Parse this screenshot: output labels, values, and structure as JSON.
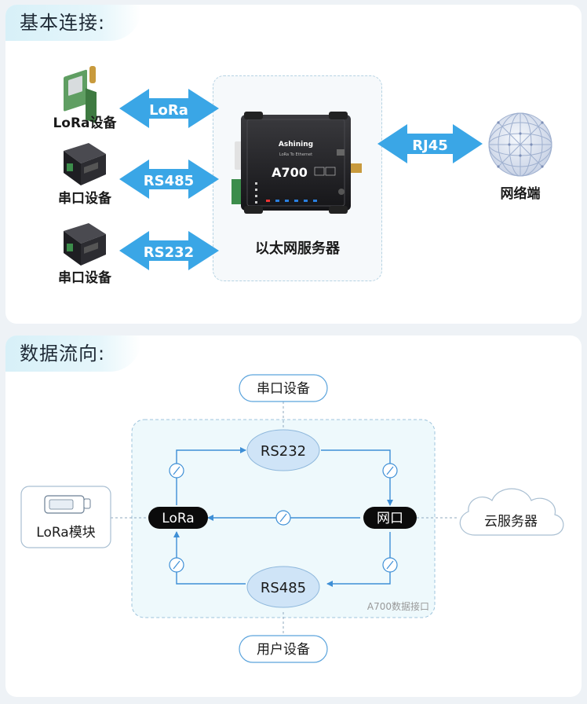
{
  "section1": {
    "title": "基本连接:",
    "devices": [
      {
        "label": "LoRa设备",
        "icon": "lora-module-icon"
      },
      {
        "label": "串口设备",
        "icon": "serial-device-icon"
      },
      {
        "label": "串口设备",
        "icon": "serial-device-icon"
      }
    ],
    "arrows": [
      {
        "label": "LoRa"
      },
      {
        "label": "RS485"
      },
      {
        "label": "RS232"
      }
    ],
    "server": {
      "caption": "以太网服务器",
      "brand": "Ashining",
      "model": "A700",
      "subtitle": "LoRa To Ethernet"
    },
    "rj45": {
      "label": "RJ45"
    },
    "network": {
      "label": "网络端",
      "icon": "globe-icon"
    }
  },
  "section2": {
    "title": "数据流向:",
    "top_node": "串口设备",
    "bottom_node": "用户设备",
    "left_node": "LoRa模块",
    "right_node": "云服务器",
    "rs232": "RS232",
    "rs485": "RS485",
    "lora": "LoRa",
    "wangkou": "网口",
    "box_label": "A700数据接口"
  },
  "colors": {
    "arrow_blue": "#3aa6e6",
    "flow_line": "#3e8fd6",
    "ellipse_fill": "#cfe4f7",
    "pill_black": "#0b0b0b"
  }
}
